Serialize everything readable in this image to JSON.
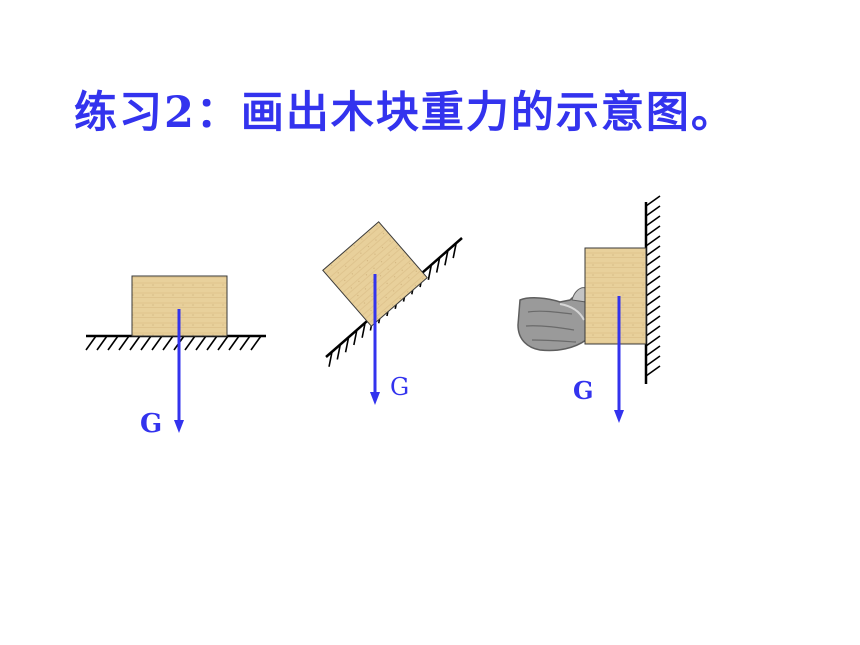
{
  "title": "练习2：画出木块重力的示意图。",
  "colors": {
    "title": "#3333ee",
    "arrow": "#3333ee",
    "block_fill": "#e7cf9a",
    "block_stroke": "#3a3a3a",
    "surface": "#000000"
  },
  "figures": [
    {
      "name": "block-on-horizontal-ground",
      "force_label": "G"
    },
    {
      "name": "block-on-incline",
      "force_label": "G"
    },
    {
      "name": "block-pressed-against-wall",
      "force_label": "G"
    }
  ]
}
